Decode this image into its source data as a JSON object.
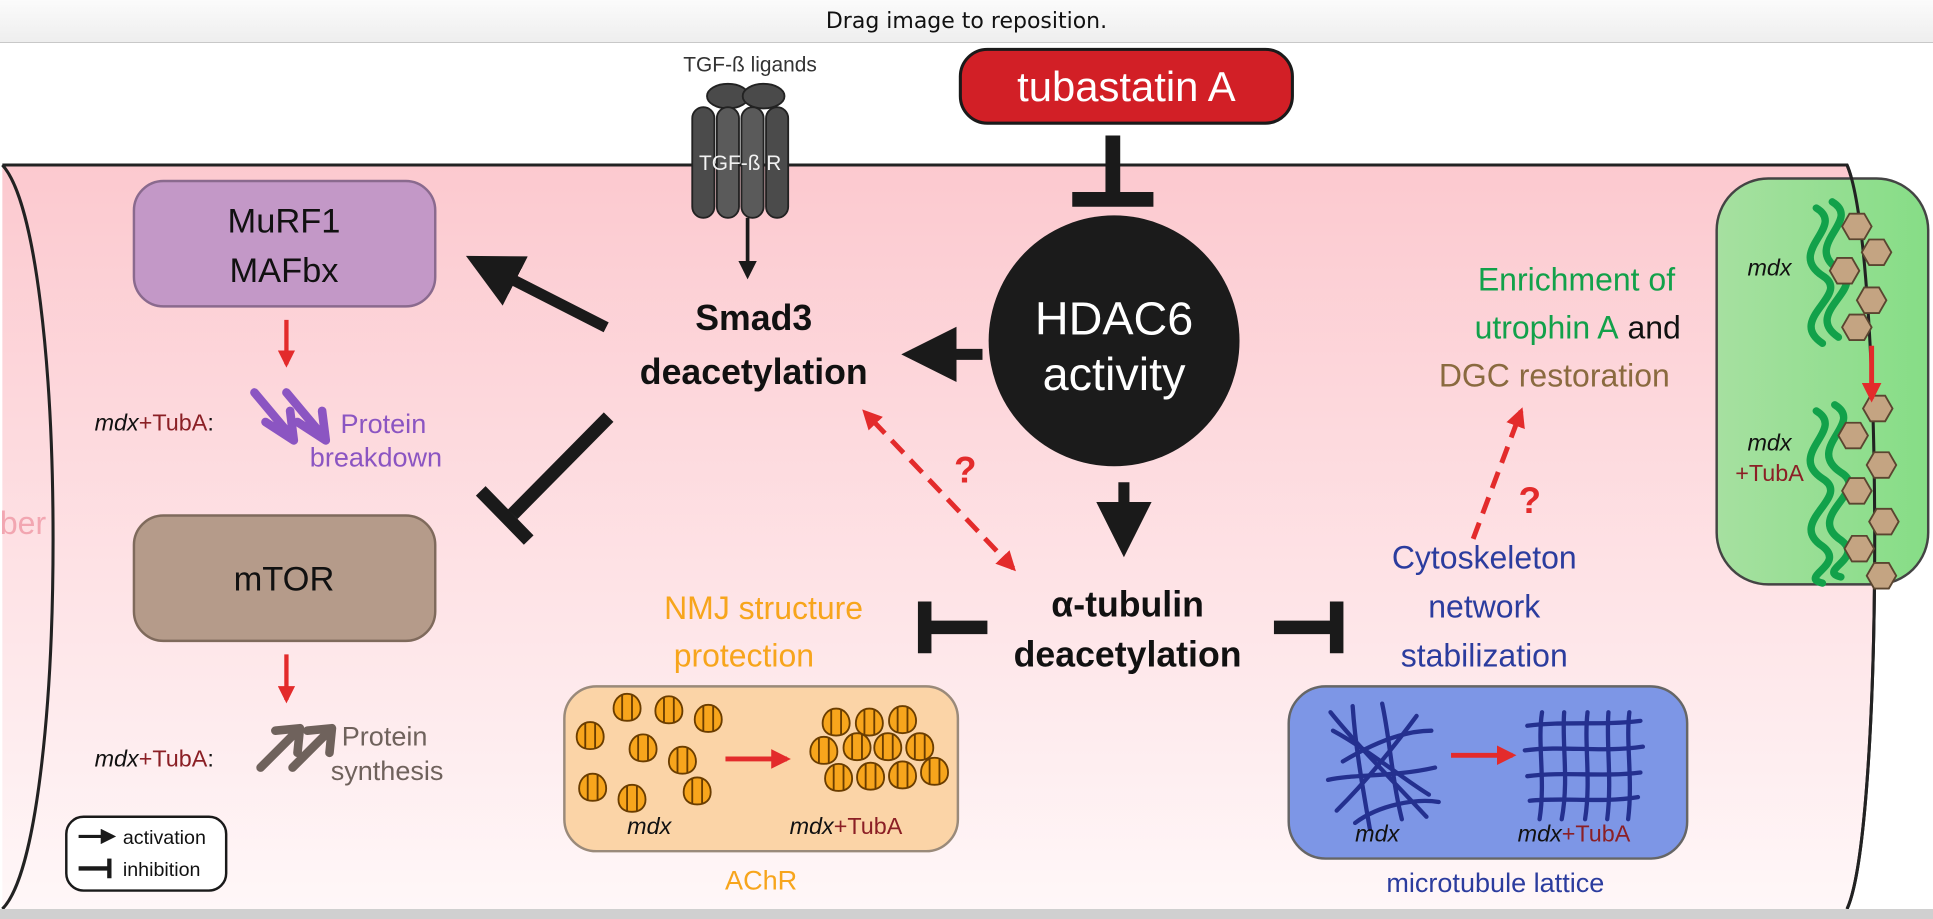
{
  "viewer": {
    "hint": "Drag image to reposition."
  },
  "diagram": {
    "muscle_label": "fiber",
    "tgf_ligands": "TGF-ß ligands",
    "tgf_receptor": "TGF-ß R",
    "drug": "tubastatin A",
    "hdac6": [
      "HDAC6",
      "activity"
    ],
    "smad3": [
      "Smad3",
      "deacetylation"
    ],
    "murf": [
      "MuRF1",
      "MAFbx"
    ],
    "mtor": "mTOR",
    "tubulin": [
      "α-tubulin",
      "deacetylation"
    ],
    "question": "?",
    "protein_breakdown": {
      "prefix_italic": "mdx",
      "prefix_red": "+TubA",
      "prefix_colon": ":",
      "line1": "Protein",
      "line2": "breakdown"
    },
    "protein_synthesis": {
      "prefix_italic": "mdx",
      "prefix_red": "+TubA",
      "prefix_colon": ":",
      "line1": "Protein",
      "line2": "synthesis"
    },
    "nmj": {
      "line1": "NMJ structure",
      "line2": "protection",
      "left": "mdx",
      "right_italic": "mdx",
      "right_red": "+TubA",
      "caption": "AChR"
    },
    "cytoskeleton": {
      "line1": "Cytoskeleton",
      "line2": "network",
      "line3": "stabilization",
      "left": "mdx",
      "right_italic": "mdx",
      "right_red": "+TubA",
      "caption": "microtubule lattice"
    },
    "utrophin": {
      "line1": "Enrichment of",
      "line2_green": "utrophin A",
      "line2_black": " and",
      "line3": "DGC restoration"
    },
    "sarcolemma_panel": {
      "top": "mdx",
      "bottom1": "mdx",
      "bottom2": "+TubA"
    },
    "legend": {
      "activation": "activation",
      "inhibition": "inhibition"
    },
    "colors": {
      "drug_red": "#d21f26",
      "muscle_pink": "#fbd5d9",
      "murf_purple": "#c398c7",
      "mtor_brown": "#b59b8a",
      "nmj_orange": "#f7a51c",
      "cyto_blue": "#2b3c9e",
      "utrophin_green": "#12a14a",
      "dgc_brown": "#8a6a3f",
      "question_red": "#e32b2b"
    }
  }
}
